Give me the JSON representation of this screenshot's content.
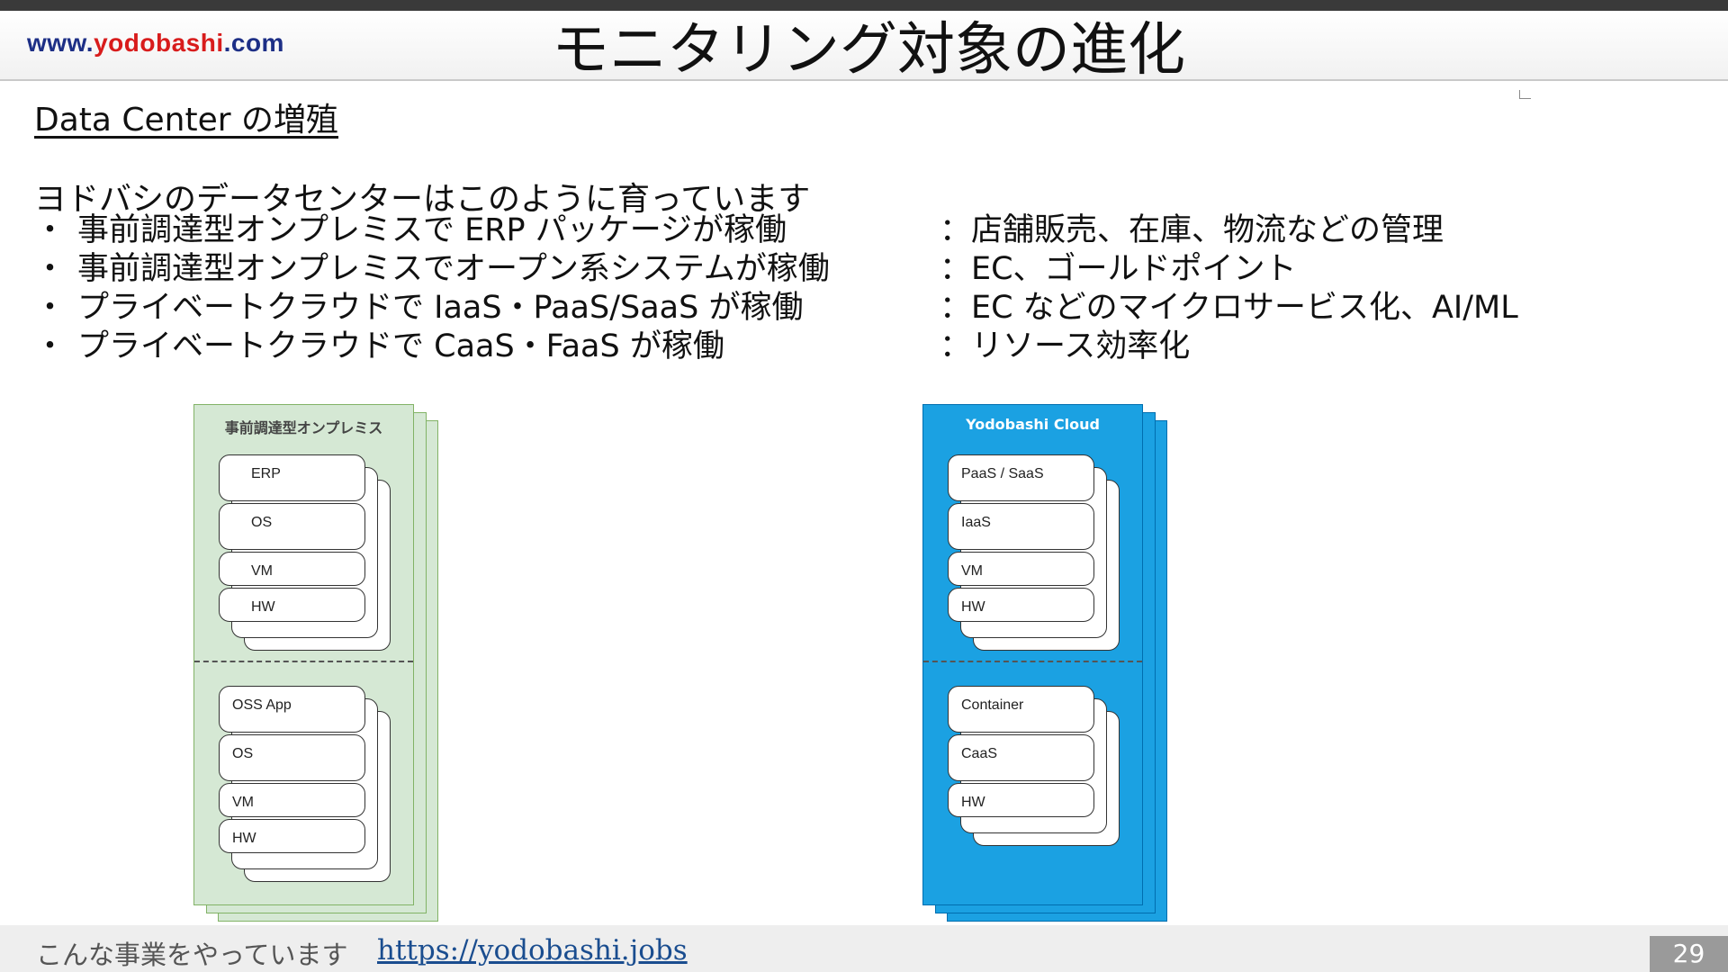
{
  "header": {
    "logo_prefix": "www.",
    "logo_brand": "yodobashi",
    "logo_suffix": ".com",
    "title": "モニタリング対象の進化"
  },
  "content": {
    "subtitle": "Data Center の増殖",
    "intro": "ヨドバシのデータセンターはこのように育っています",
    "bullet_marker": "・",
    "bullets": [
      {
        "left": "事前調達型オンプレミスで ERP パッケージが稼働",
        "right": "：店舗販売、在庫、物流などの管理"
      },
      {
        "left": "事前調達型オンプレミスでオープン系システムが稼働",
        "right": "：EC、ゴールドポイント"
      },
      {
        "left": "プライベートクラウドで IaaS・PaaS/SaaS が稼働",
        "right": "：EC などのマイクロサービス化、AI/ML"
      },
      {
        "left": "プライベートクラウドで CaaS・FaaS が稼働",
        "right": "：リソース効率化"
      }
    ]
  },
  "diagram": {
    "onprem": {
      "title": "事前調達型オンプレミス",
      "upper_layers": [
        "ERP",
        "OS",
        "VM",
        "HW"
      ],
      "lower_layers": [
        "OSS App",
        "OS",
        "VM",
        "HW"
      ],
      "fill": "#d5e8d4",
      "border": "#82b366"
    },
    "cloud": {
      "title": "Yodobashi Cloud",
      "upper_layers": [
        "PaaS / SaaS",
        "IaaS",
        "VM",
        "HW"
      ],
      "lower_layers": [
        "Container",
        "CaaS",
        "HW"
      ],
      "fill": "#1ba1e2",
      "border": "#006eaf"
    }
  },
  "footer": {
    "text": "こんな事業をやっています",
    "link": "https://yodobashi.jobs",
    "page_number": "29"
  }
}
